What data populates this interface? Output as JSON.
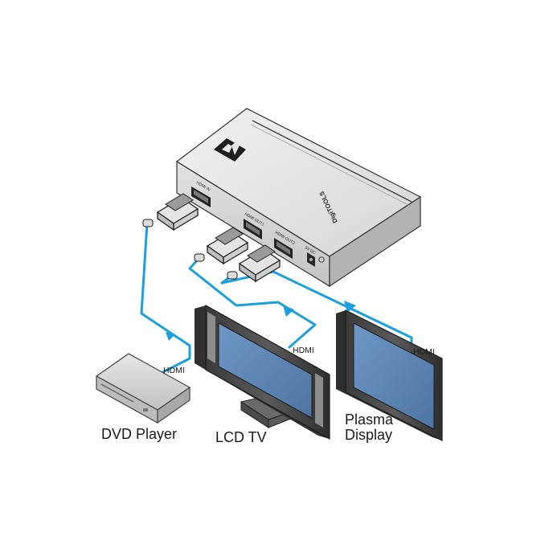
{
  "device": {
    "brand": "DigiTOOLS",
    "ports": {
      "hdmi_in": "HDMI IN",
      "hdmi_out1": "HDMI OUT1",
      "hdmi_out2": "HDMI OUT2",
      "power": "5V DC"
    }
  },
  "cable_labels": {
    "dvd": "HDMI",
    "lcd": "HDMI",
    "plasma": "HDMI"
  },
  "captions": {
    "dvd": "DVD Player",
    "lcd": "LCD TV",
    "plasma_line1": "Plasma",
    "plasma_line2": "Display"
  },
  "colors": {
    "cable": "#1ba0dc",
    "device_body": "#d9d9d9",
    "screen": "#5c84b4"
  },
  "icons": [
    "kramer-logo-icon",
    "hdmi-connector-icon",
    "power-jack-icon",
    "cable-arrow-icon"
  ]
}
